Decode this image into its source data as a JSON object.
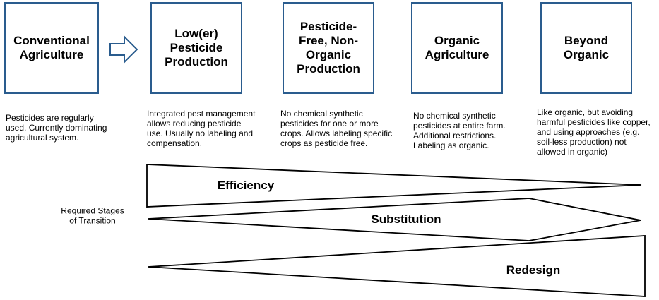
{
  "diagram": {
    "stages": [
      {
        "title": "Conventional\nAgriculture",
        "description": "Pesticides are regularly\nused. Currently dominating\nagricultural system."
      },
      {
        "title": "Low(er)\nPesticide\nProduction",
        "description": "Integrated pest management\nallows reducing pesticide\nuse. Usually no labeling and\ncompensation."
      },
      {
        "title": "Pesticide-\nFree, Non-\nOrganic\nProduction",
        "description": "No chemical synthetic\npesticides for one or more\ncrops. Allows labeling specific\ncrops as pesticide free."
      },
      {
        "title": "Organic\nAgriculture",
        "description": "No chemical synthetic\npesticides at entire farm.\nAdditional restrictions.\nLabeling as organic."
      },
      {
        "title": "Beyond\nOrganic",
        "description": "Like organic, but avoiding\nharmful pesticides like copper,\nand using approaches (e.g.\nsoil-less production) not\nallowed in organic)"
      }
    ],
    "icons": {
      "transition_arrow": "right-block-arrow"
    },
    "transition": {
      "axis_label": "Required Stages\nof Transition",
      "wedges": [
        {
          "label": "Efficiency"
        },
        {
          "label": "Substitution"
        },
        {
          "label": "Redesign"
        }
      ]
    },
    "colors": {
      "box_border": "#2A5C8E",
      "arrow_outline": "#2A5C8E",
      "wedge_outline": "#000000",
      "text": "#000000",
      "background": "#FFFFFF"
    }
  }
}
